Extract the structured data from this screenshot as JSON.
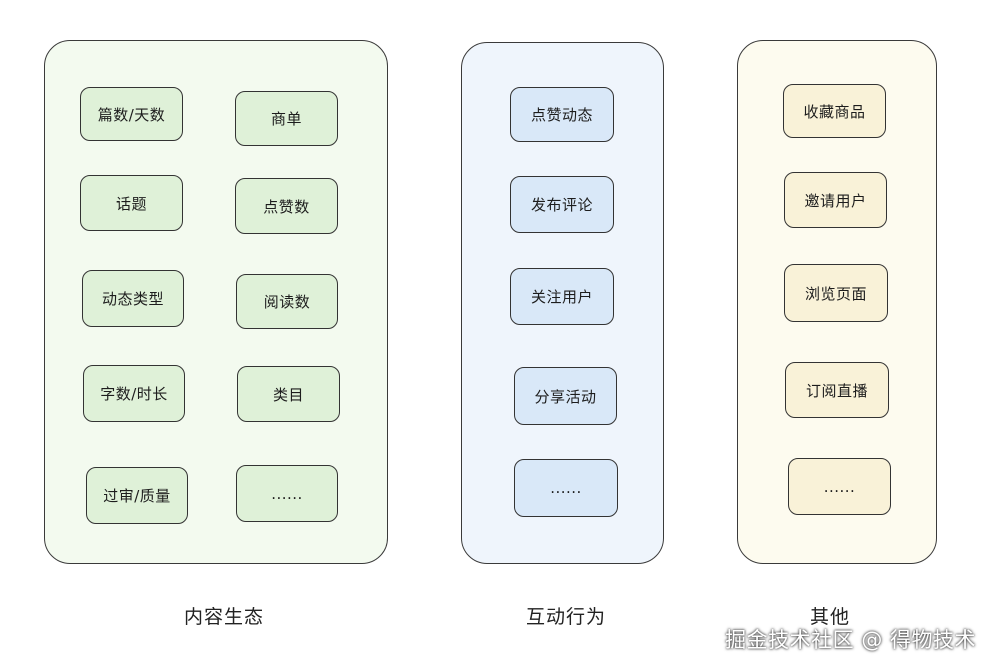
{
  "groups": {
    "content": {
      "label": "内容生态",
      "items": [
        "篇数/天数",
        "商单",
        "话题",
        "点赞数",
        "动态类型",
        "阅读数",
        "字数/时长",
        "类目",
        "过审/质量",
        "......"
      ]
    },
    "interaction": {
      "label": "互动行为",
      "items": [
        "点赞动态",
        "发布评论",
        "关注用户",
        "分享活动",
        "......"
      ]
    },
    "other": {
      "label": "其他",
      "items": [
        "收藏商品",
        "邀请用户",
        "浏览页面",
        "订阅直播",
        "......"
      ]
    }
  },
  "watermark": "掘金技术社区 @ 得物技术",
  "colors": {
    "content_fill": "#dff1d8",
    "interaction_fill": "#d9e8f8",
    "other_fill": "#f9f2d8"
  }
}
